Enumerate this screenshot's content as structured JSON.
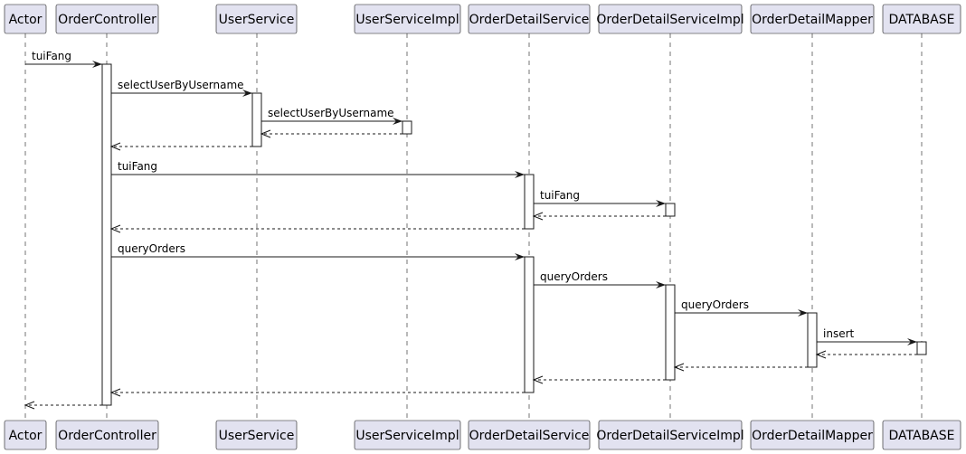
{
  "participants": [
    {
      "id": "actor",
      "label": "Actor"
    },
    {
      "id": "orderController",
      "label": "OrderController"
    },
    {
      "id": "userService",
      "label": "UserService"
    },
    {
      "id": "userServiceImpl",
      "label": "UserServiceImpl"
    },
    {
      "id": "orderDetailService",
      "label": "OrderDetailService"
    },
    {
      "id": "orderDetailServiceImpl",
      "label": "OrderDetailServiceImpl"
    },
    {
      "id": "orderDetailMapper",
      "label": "OrderDetailMapper"
    },
    {
      "id": "database",
      "label": "DATABASE"
    }
  ],
  "messages": [
    {
      "from": "actor",
      "to": "orderController",
      "label": "tuiFang",
      "kind": "sync"
    },
    {
      "from": "orderController",
      "to": "userService",
      "label": "selectUserByUsername",
      "kind": "sync"
    },
    {
      "from": "userService",
      "to": "userServiceImpl",
      "label": "selectUserByUsername",
      "kind": "sync"
    },
    {
      "from": "userServiceImpl",
      "to": "userService",
      "label": "",
      "kind": "return"
    },
    {
      "from": "userService",
      "to": "orderController",
      "label": "",
      "kind": "return"
    },
    {
      "from": "orderController",
      "to": "orderDetailService",
      "label": "tuiFang",
      "kind": "sync"
    },
    {
      "from": "orderDetailService",
      "to": "orderDetailServiceImpl",
      "label": "tuiFang",
      "kind": "sync"
    },
    {
      "from": "orderDetailServiceImpl",
      "to": "orderDetailService",
      "label": "",
      "kind": "return"
    },
    {
      "from": "orderDetailService",
      "to": "orderController",
      "label": "",
      "kind": "return"
    },
    {
      "from": "orderController",
      "to": "orderDetailService",
      "label": "queryOrders",
      "kind": "sync"
    },
    {
      "from": "orderDetailService",
      "to": "orderDetailServiceImpl",
      "label": "queryOrders",
      "kind": "sync"
    },
    {
      "from": "orderDetailServiceImpl",
      "to": "orderDetailMapper",
      "label": "queryOrders",
      "kind": "sync"
    },
    {
      "from": "orderDetailMapper",
      "to": "database",
      "label": "insert",
      "kind": "sync"
    },
    {
      "from": "database",
      "to": "orderDetailMapper",
      "label": "",
      "kind": "return"
    },
    {
      "from": "orderDetailMapper",
      "to": "orderDetailServiceImpl",
      "label": "",
      "kind": "return"
    },
    {
      "from": "orderDetailServiceImpl",
      "to": "orderDetailService",
      "label": "",
      "kind": "return"
    },
    {
      "from": "orderDetailService",
      "to": "orderController",
      "label": "",
      "kind": "return"
    },
    {
      "from": "orderController",
      "to": "actor",
      "label": "",
      "kind": "return"
    }
  ]
}
